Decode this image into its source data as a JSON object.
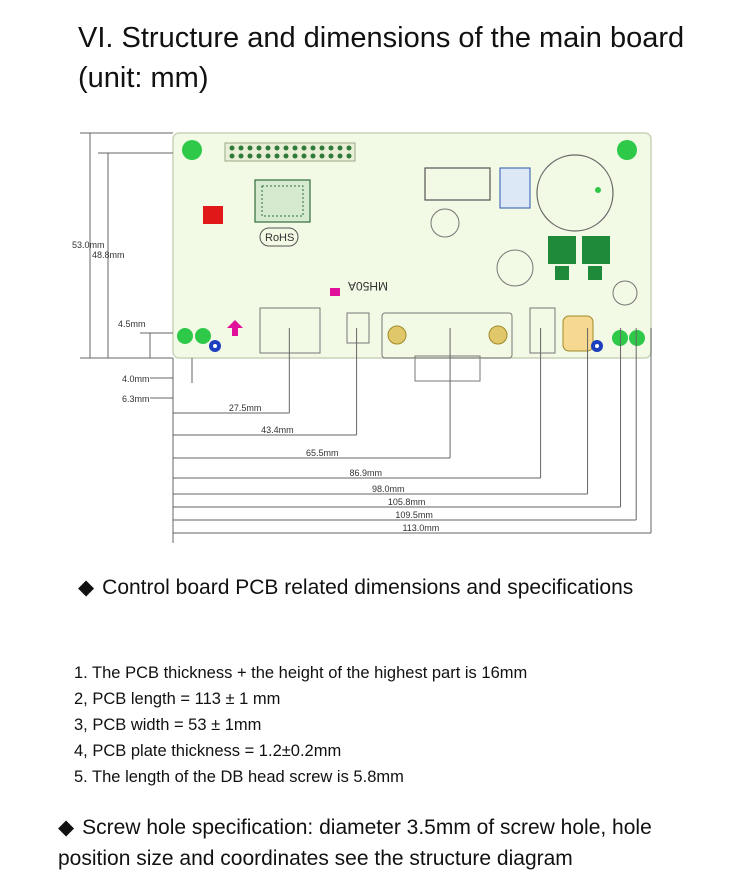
{
  "title": "VI. Structure and dimensions of the main board (unit: mm)",
  "diagram": {
    "board_labels": {
      "rohs": "RoHS",
      "model": "MH50A"
    },
    "height_dims": [
      "53.0mm",
      "48.8mm",
      "4.5mm"
    ],
    "offset_dims": [
      "4.0mm",
      "6.3mm"
    ],
    "length_dims": [
      "27.5mm",
      "43.4mm",
      "65.5mm",
      "86.9mm",
      "98.0mm",
      "105.8mm",
      "109.5mm",
      "113.0mm"
    ]
  },
  "section1": {
    "bullet": "◆",
    "heading": "Control board PCB related dimensions and specifications"
  },
  "specs": [
    "1. The PCB thickness + the height of the highest part is 16mm",
    "2, PCB length = 113 ± 1 mm",
    "3, PCB width = 53 ± 1mm",
    "4, PCB plate thickness = 1.2±0.2mm",
    "5. The length of the DB head screw is 5.8mm"
  ],
  "section2": {
    "bullet": "◆",
    "heading": "Screw hole specification: diameter 3.5mm of screw hole, hole position size and coordinates see the structure diagram"
  },
  "colors": {
    "board": "#f2f9e4",
    "board_edge": "#c8d4b8",
    "hole_green": "#2fc94a",
    "hole_blue": "#1d3fbf",
    "chip_green": "#1f8a3a",
    "red_part": "#e01818",
    "magenta": "#e0109a",
    "dim_line": "#666666"
  },
  "icons": [
    "bullet-diamond-icon"
  ]
}
